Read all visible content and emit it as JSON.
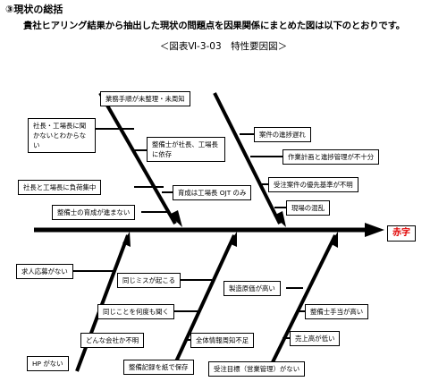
{
  "header": {
    "section_title": "③現状の総括",
    "lead": "貴社ヒアリング結果から抽出した現状の問題点を因果関係にまとめた図は以下のとおりです。",
    "figure_title": "＜図表Ⅵ-3-03　特性要因図＞"
  },
  "effect": {
    "label": "赤字",
    "color": "#e00000"
  },
  "causes": {
    "gyomu_tejun": "業務手順が未整理・未周知",
    "shacho_kikanai": "社長・工場長に聞かないとわからない",
    "seibishi_izon": "整備士が社長、工場長に依存",
    "futan_shuchu": "社長と工場長に負荷集中",
    "ikusei_ojt": "育成は工場長 OJT のみ",
    "ikusei_susumanai": "整備士の育成が進まない",
    "shinchoku_okure": "案件の進捗遅れ",
    "sagyo_keikaku": "作業計画と進捗管理が不十分",
    "yusen_kijun": "受注案件の優先基準が不明",
    "genba_konran": "現場の混乱",
    "kyujin_oubo": "求人応募がない",
    "onaji_miss": "同じミスが起こる",
    "nando_kiku": "同じことを何度も聞く",
    "donna_kaisha": "どんな会社か不明",
    "hp_ga_nai": "HP がない",
    "joho_shuchi": "全体情報周知不足",
    "seibi_kiroku": "整備記録を紙で保存",
    "seizo_genka": "製造原価が高い",
    "teate_takai": "整備士手当が高い",
    "uriage_hikui": "売上高が低い",
    "juchu_mokuhyo": "受注目標（営業管理）がない"
  }
}
